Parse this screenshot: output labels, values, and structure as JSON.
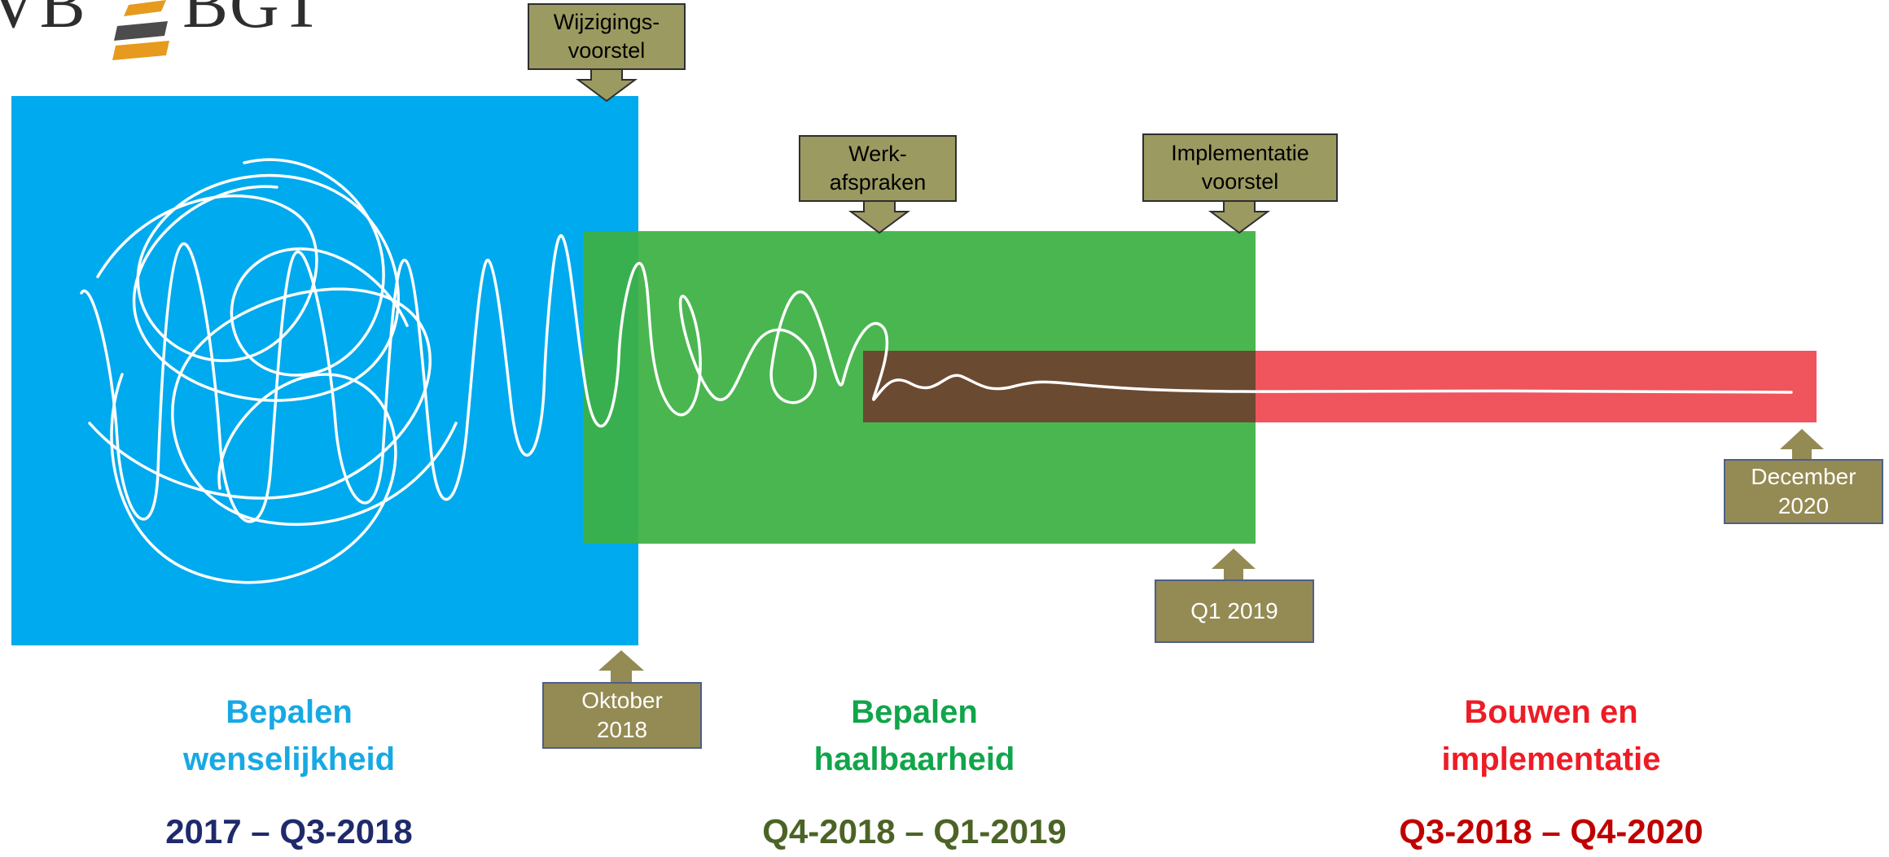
{
  "logo": {
    "left_text": "VB",
    "right_text": "BGT",
    "layer_colors": [
      "#e69a1e",
      "#4c4c4c",
      "#e69a1e"
    ]
  },
  "colors": {
    "blue_phase": "#00aaee",
    "green_phase": "#3cb043",
    "red_bar": "#f0545c",
    "overlap_bar": "#6b4a32",
    "callout_fill": "#9b9a60",
    "callout_up_fill": "#948a53",
    "scribble": "#ffffff",
    "title_blue": "#17a9e3",
    "title_green": "#10a54a",
    "title_red": "#ee1c25",
    "period_blue": "#1f2a6b",
    "period_green": "#4b6425",
    "period_red": "#c00000"
  },
  "callouts": {
    "wijzigingsvoorstel": "Wijzigings-\nvoorstel",
    "werkafspraken": "Werk-\nafspraken",
    "implementatievoorstel": "Implementatie\nvoorstel",
    "oktober_2018": "Oktober\n2018",
    "q1_2019": "Q1 2019",
    "december_2020": "December\n2020"
  },
  "phases": [
    {
      "title": "Bepalen\nwenselijkheid",
      "period": "2017 – Q3-2018"
    },
    {
      "title": "Bepalen\nhaalbaarheid",
      "period": "Q4-2018 – Q1-2019"
    },
    {
      "title": "Bouwen en\nimplementatie",
      "period": "Q3-2018 – Q4-2020"
    }
  ]
}
